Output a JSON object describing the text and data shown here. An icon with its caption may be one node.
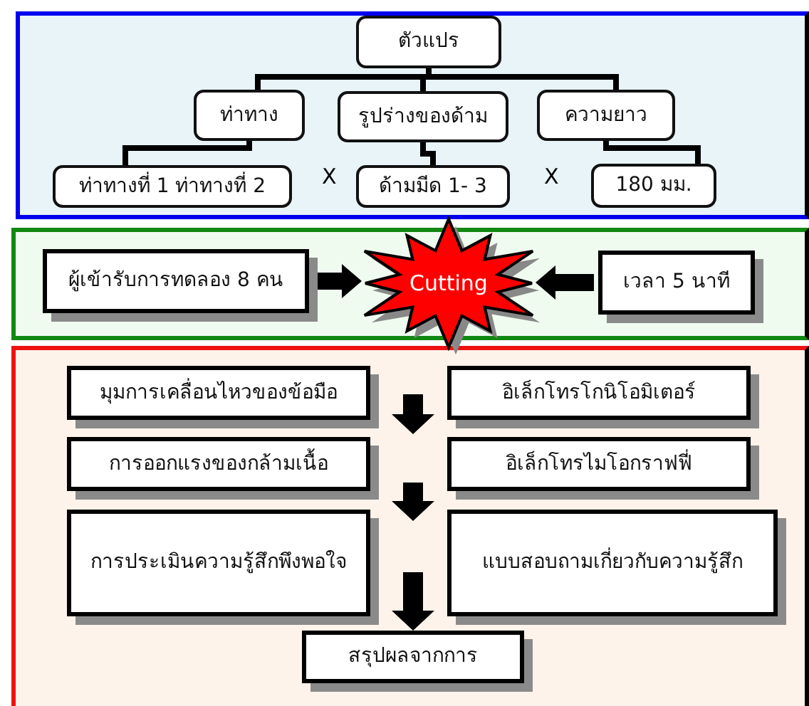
{
  "diagram": {
    "nodes": [
      {
        "text": [],
        "shape": "box"
      },
      {
        "text": [
          "ตัวแปร"
        ],
        "in": 0
      },
      {
        "text": [
          "ท่าทาง"
        ],
        "in": 0
      },
      {
        "text": [
          "รูปร่างของด้าม"
        ],
        "in": 0
      },
      {
        "text": [
          "ความยาว"
        ],
        "in": 0
      },
      {
        "text": [
          "ท่าทางที่ 1 ท่าทางที่ 2"
        ],
        "in": 0
      },
      {
        "text": [
          "ด้ามมีด 1- 3"
        ],
        "in": 0
      },
      {
        "text": [
          "180 มม."
        ],
        "in": 0
      },
      {
        "text": [],
        "shape": "box"
      },
      {
        "text": [
          "ผู้เข้ารับการทดลอง 8 คน"
        ],
        "in": 8
      },
      {
        "text": [
          "Cutting"
        ],
        "in": 8
      },
      {
        "text": [
          "เวลา 5 นาที"
        ],
        "in": 8
      },
      {
        "text": [],
        "shape": "box"
      },
      {
        "text": [
          "มุมการเคลื่อนไหวของข้อมือ"
        ],
        "in": 12
      },
      {
        "text": [
          "อิเล็กโทรโกนิโอมิเตอร์"
        ],
        "in": 12
      },
      {
        "text": [
          "การออกแรงของกล้ามเนื้อ"
        ],
        "in": 12
      },
      {
        "text": [
          "อิเล็กโทรไมโอกราฟฟี่"
        ],
        "in": 12
      },
      {
        "text": [
          "การประเมินความรู้สึกพึงพอใจ"
        ],
        "in": 12
      },
      {
        "text": [
          "แบบสอบถามเกี่ยวกับความรู้สึก"
        ],
        "in": 12
      },
      {
        "text": [
          "สรุปผลจากการ"
        ],
        "in": 12
      }
    ],
    "edges": [
      {
        "from": 1,
        "to": 2,
        "arrow": "none"
      },
      {
        "from": 1,
        "to": 3,
        "arrow": "none"
      },
      {
        "from": 1,
        "to": 4,
        "arrow": "none"
      },
      {
        "from": 2,
        "to": 5,
        "arrow": "none"
      },
      {
        "from": 3,
        "to": 6,
        "arrow": "none"
      },
      {
        "from": 4,
        "to": 7,
        "arrow": "none"
      },
      {
        "from": 9,
        "to": 10,
        "arrow": "to",
        "style": "thick"
      },
      {
        "from": 11,
        "to": 10,
        "arrow": "to",
        "style": "thick"
      },
      {
        "from": 13,
        "to": 15,
        "arrow": "to",
        "style": "thick"
      },
      {
        "from": 15,
        "to": 17,
        "arrow": "to",
        "style": "thick"
      },
      {
        "from": 17,
        "to": 19,
        "arrow": "to",
        "style": "thick"
      }
    ],
    "labels": [
      "X",
      "X"
    ]
  }
}
